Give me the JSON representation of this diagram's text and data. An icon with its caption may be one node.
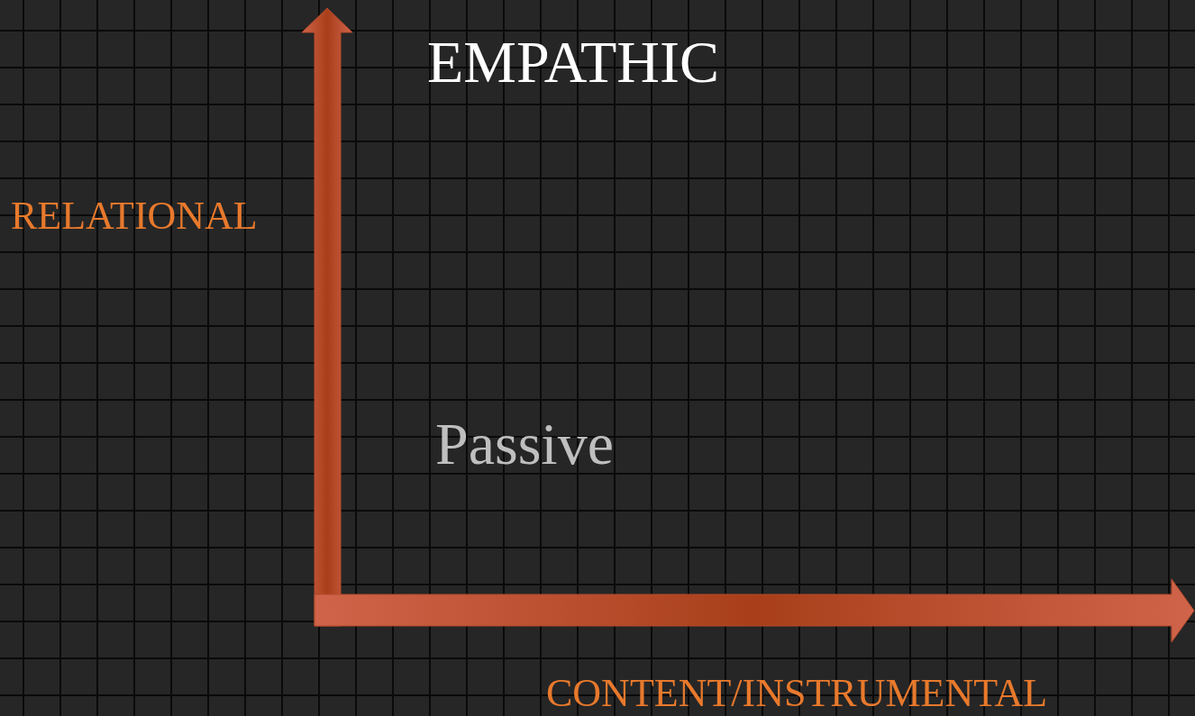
{
  "diagram": {
    "labels": [
      "EMPATHIC",
      "RELATIONAL",
      "Passive",
      "CONTENT/INSTRUMENTAL"
    ]
  }
}
